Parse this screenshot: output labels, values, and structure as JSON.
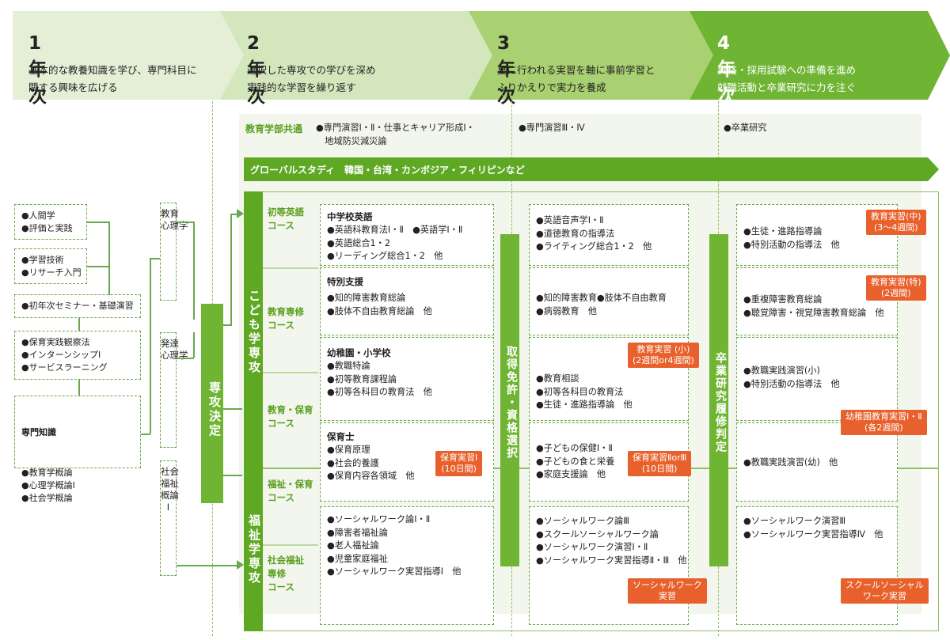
{
  "years": [
    {
      "title": "1年次",
      "desc": "基本的な教養知識を学び、専門科目に\n関する興味を広げる"
    },
    {
      "title": "2年次",
      "desc": "選択した専攻での学びを深め\n実践的な学習を繰り返す"
    },
    {
      "title": "3年次",
      "desc": "夏に行われる実習を軸に事前学習と\nふりかえりで実力を養成"
    },
    {
      "title": "4年次",
      "desc": "資格・採用試験への準備を進め\n就職活動と卒業研究に力を注ぐ"
    }
  ],
  "colors": {
    "arrow1": "#e4efd6",
    "arrow2": "#d3e6bc",
    "arrow3": "#a9d071",
    "arrow4": "#6fb533",
    "green": "#5ea824",
    "badge": "#e8612c"
  },
  "first_year_boxes": [
    "●人間学\n●評価と実践",
    "●学習技術\n●リサーチ入門",
    "●初年次セミナー・基礎演習",
    "●保育実践観察法\n●インターンシップⅠ\n●サービスラーニング"
  ],
  "senmon": {
    "title": "専門知識",
    "items": "●教育学概論\n●心理学概論Ⅰ\n●社会学概論"
  },
  "side_subjects": [
    "教育\n心理学",
    "発達\n心理学",
    "社会\n福祉\n概論\nⅠ"
  ],
  "decision": "専攻決定",
  "common": {
    "label": "教育学部共通",
    "y2": "●専門演習Ⅰ・Ⅱ・仕事とキャリア形成Ⅰ・\n　地域防災減災論",
    "y3": "●専門演習Ⅲ・Ⅳ",
    "y4": "●卒業研究"
  },
  "global": "グローバルスタディ　韓国・台湾・カンボジア・フィリピンなど",
  "majors": {
    "kodomo": "こども学専攻",
    "fukushi": "福祉学専攻"
  },
  "courses": [
    "初等英語\nコース",
    "教育専修\nコース",
    "教育・保育\nコース",
    "福祉・保育\nコース",
    "社会福祉\n専修\nコース"
  ],
  "cells": {
    "r1c2_head": "中学校英語",
    "r1c2": "●英語科教育法Ⅰ・Ⅱ　●英語学Ⅰ・Ⅱ\n●英語総合1・2\n●リーディング総合1・2　他",
    "r2c2_head": "特別支援",
    "r2c2": "●知的障害教育総論\n●肢体不自由教育総論　他",
    "r3c2_head": "幼稚園・小学校",
    "r3c2": "●教職特論\n●初等教育課程論\n●初等各科目の教育法　他",
    "r4c2_head": "保育士",
    "r4c2": "●保育原理\n●社会的養護\n●保育内容各領域　他",
    "r5c2": "●ソーシャルワーク論Ⅰ・Ⅱ\n●障害者福祉論\n●老人福祉論\n●児童家庭福祉\n●ソーシャルワーク実習指導Ⅰ　他",
    "r1c3": "●英語音声学Ⅰ・Ⅱ\n●道徳教育の指導法\n●ライティング総合1・2　他",
    "r2c3": "●知的障害教育●肢体不自由教育\n●病弱教育　他",
    "r3c3": "●教育相談\n●初等各科目の教育法\n●生徒・進路指導論　他",
    "r4c3": "●子どもの保健Ⅰ・Ⅱ\n●子どもの食と栄養\n●家庭支援論　他",
    "r5c3": "●ソーシャルワーク論Ⅲ\n●スクールソーシャルワーク論\n●ソーシャルワーク演習Ⅰ・Ⅱ\n●ソーシャルワーク実習指導Ⅱ・Ⅲ　他",
    "r1c4": "●生徒・進路指導論\n●特別活動の指導法　他",
    "r2c4": "●重複障害教育総論\n●聴覚障害・視覚障害教育総論　他",
    "r3c4": "●教職実践演習(小)\n●特別活動の指導法　他",
    "r4c4": "●教職実践演習(幼)　他",
    "r5c4": "●ソーシャルワーク演習Ⅲ\n●ソーシャルワーク実習指導Ⅳ　他"
  },
  "badges": {
    "b1": "教育実習(中)\n(3〜4週間)",
    "b2": "教育実習(特)\n(2週間)",
    "b3": "教育実習 (小)\n(2週間or4週間)",
    "b4": "幼稚園教育実習Ⅰ・Ⅱ\n(各2週間)",
    "b5": "保育実習Ⅰ\n(10日間)",
    "b6": "保育実習ⅡorⅢ\n(10日間)",
    "b7": "ソーシャルワーク\n実習",
    "b8": "スクールソーシャル\nワーク実習"
  },
  "select_label": "取得免許・資格選択",
  "judge_label": "卒業研究履修判定"
}
